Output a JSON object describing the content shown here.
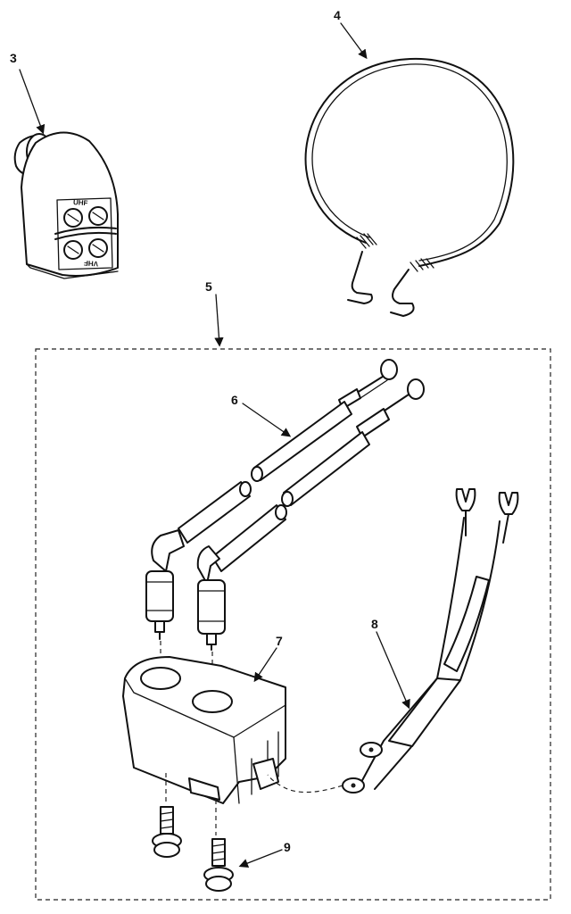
{
  "callouts": {
    "c3": "3",
    "c4": "4",
    "c5": "5",
    "c6": "6",
    "c7": "7",
    "c8": "8",
    "c9": "9"
  },
  "parts": {
    "selector_top_label": "UHF",
    "selector_bottom_label": "VHF"
  },
  "colors": {
    "ink": "#111111",
    "background": "#ffffff"
  }
}
